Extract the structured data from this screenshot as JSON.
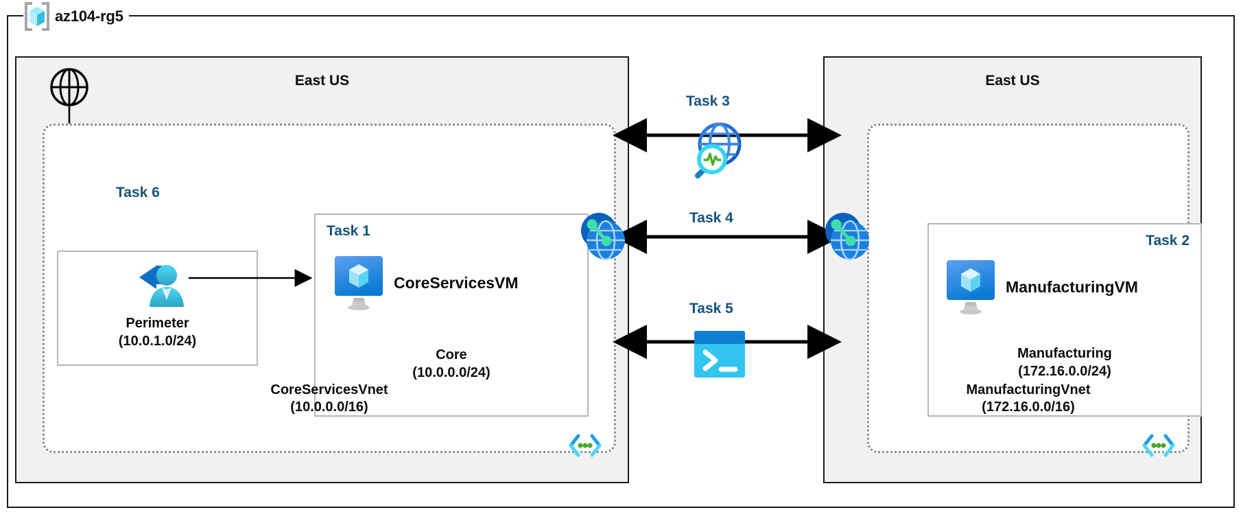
{
  "resource_group": {
    "name": "az104-rg5",
    "icon": "azure-resource-group-icon"
  },
  "regions": [
    {
      "id": "left",
      "title": "East US"
    },
    {
      "id": "right",
      "title": "East US"
    }
  ],
  "vnets": [
    {
      "id": "core",
      "name": "CoreServicesVnet",
      "cidr": "(10.0.0.0/16)",
      "region": "East US",
      "subnet_icon": "subnet-code-icon"
    },
    {
      "id": "manufacturing",
      "name": "ManufacturingVnet",
      "cidr": "(172.16.0.0/16)",
      "region": "East US",
      "subnet_icon": "subnet-code-icon"
    }
  ],
  "subnets": [
    {
      "id": "perimeter",
      "task": "Task 6",
      "name": "Perimeter",
      "cidr": "(10.0.1.0/24)",
      "icon": "azure-bastion-icon"
    },
    {
      "id": "core",
      "task": "Task 1",
      "name": "Core",
      "cidr": "(10.0.0.0/24)",
      "vm_name": "CoreServicesVM",
      "icon": "virtual-machine-icon"
    },
    {
      "id": "manufacturing",
      "task": "Task 2",
      "name": "Manufacturing",
      "cidr": "(172.16.0.0/24)",
      "vm_name": "ManufacturingVM",
      "icon": "virtual-machine-icon"
    }
  ],
  "internet": {
    "icon": "globe-icon",
    "label": ""
  },
  "middle_tasks": [
    {
      "id": "task3",
      "label": "Task 3",
      "icon": "network-watcher-icon"
    },
    {
      "id": "task4",
      "label": "Task 4",
      "icon": "vnet-peering-icon"
    },
    {
      "id": "task5",
      "label": "Task 5",
      "icon": "cloud-shell-icon"
    }
  ],
  "peering_icons": [
    {
      "id": "peering-left",
      "icon": "vnet-peering-icon"
    },
    {
      "id": "peering-right",
      "icon": "vnet-peering-icon"
    }
  ],
  "colors": {
    "task_label": "#12537e",
    "region_fill": "#f1f1f1",
    "region_border": "#1a1a1a",
    "vnet_border": "#8e8e8e",
    "subnet_border": "#b6b6b6",
    "azure_blue": "#0078d4",
    "azure_cyan": "#32bedd",
    "accent_green": "#5ee6b0",
    "arrow": "#000000"
  }
}
